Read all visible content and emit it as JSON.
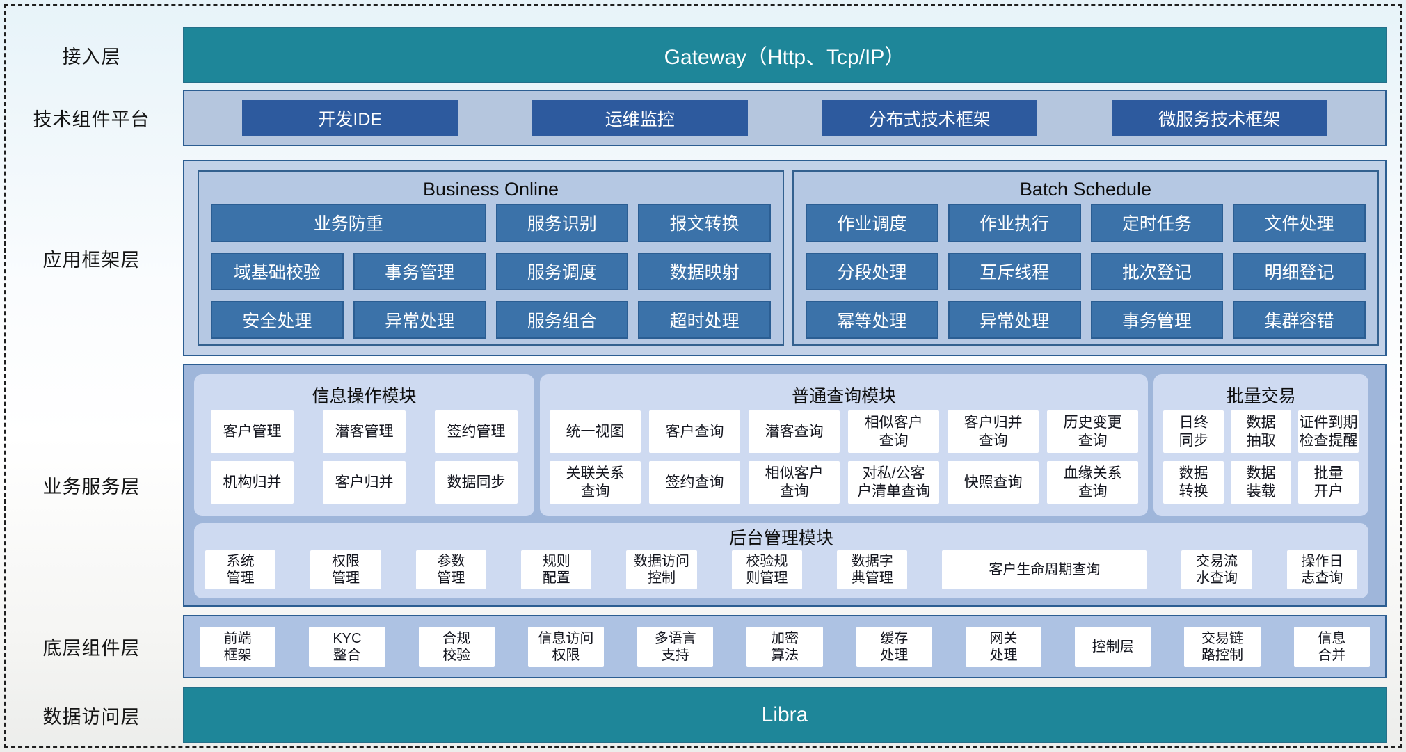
{
  "colors": {
    "teal_bar": "#1E8699",
    "dark_blue_button": "#2D5A9E",
    "steel_blue_button": "#3B72A9",
    "container_border": "#2C5E92",
    "light_blue_panel": "#B5C8E3",
    "lavender_panel": "#CEDAF1",
    "medium_blue_container": "#9FB6DA"
  },
  "layers": {
    "access": {
      "label": "接入层",
      "bar": "Gateway（Http、Tcp/IP）"
    },
    "tech": {
      "label": "技术组件平台",
      "items": [
        "开发IDE",
        "运维监控",
        "分布式技术框架",
        "微服务技术框架"
      ]
    },
    "app_framework": {
      "label": "应用框架层",
      "panels": [
        {
          "title": "Business Online",
          "rows": [
            [
              {
                "text": "业务防重",
                "span": 2
              },
              {
                "text": "服务识别"
              },
              {
                "text": "报文转换"
              }
            ],
            [
              {
                "text": "域基础校验"
              },
              {
                "text": "事务管理"
              },
              {
                "text": "服务调度"
              },
              {
                "text": "数据映射"
              }
            ],
            [
              {
                "text": "安全处理"
              },
              {
                "text": "异常处理"
              },
              {
                "text": "服务组合"
              },
              {
                "text": "超时处理"
              }
            ]
          ]
        },
        {
          "title": "Batch Schedule",
          "rows": [
            [
              {
                "text": "作业调度"
              },
              {
                "text": "作业执行"
              },
              {
                "text": "定时任务"
              },
              {
                "text": "文件处理"
              }
            ],
            [
              {
                "text": "分段处理"
              },
              {
                "text": "互斥线程"
              },
              {
                "text": "批次登记"
              },
              {
                "text": "明细登记"
              }
            ],
            [
              {
                "text": "幂等处理"
              },
              {
                "text": "异常处理"
              },
              {
                "text": "事务管理"
              },
              {
                "text": "集群容错"
              }
            ]
          ]
        }
      ]
    },
    "business_service": {
      "label": "业务服务层",
      "modules": [
        {
          "title": "信息操作模块",
          "cols": 3,
          "items": [
            "客户管理",
            "潜客管理",
            "签约管理",
            "机构归并",
            "客户归并",
            "数据同步"
          ]
        },
        {
          "title": "普通查询模块",
          "cols": 6,
          "items": [
            "统一视图",
            "客户查询",
            "潜客查询",
            "相似客户\n查询",
            "客户归并\n查询",
            "历史变更\n查询",
            "关联关系\n查询",
            "签约查询",
            "相似客户\n查询",
            "对私/公客\n户清单查询",
            "快照查询",
            "血缘关系\n查询"
          ]
        },
        {
          "title": "批量交易",
          "cols": 3,
          "items": [
            "日终\n同步",
            "数据\n抽取",
            "证件到期\n检查提醒",
            "数据\n转换",
            "数据\n装载",
            "批量\n开户"
          ]
        }
      ],
      "admin": {
        "title": "后台管理模块",
        "items": [
          {
            "text": "系统\n管理"
          },
          {
            "text": "权限\n管理"
          },
          {
            "text": "参数\n管理"
          },
          {
            "text": "规则\n配置"
          },
          {
            "text": "数据访问\n控制"
          },
          {
            "text": "校验规\n则管理"
          },
          {
            "text": "数据字\n典管理"
          },
          {
            "text": "客户生命周期查询",
            "wide": true
          },
          {
            "text": "交易流\n水查询"
          },
          {
            "text": "操作日\n志查询"
          }
        ]
      }
    },
    "base_components": {
      "label": "底层组件层",
      "items": [
        "前端\n框架",
        "KYC\n整合",
        "合规\n校验",
        "信息访问\n权限",
        "多语言\n支持",
        "加密\n算法",
        "缓存\n处理",
        "网关\n处理",
        "控制层",
        "交易链\n路控制",
        "信息\n合并"
      ]
    },
    "data_access": {
      "label": "数据访问层",
      "bar": "Libra"
    }
  }
}
